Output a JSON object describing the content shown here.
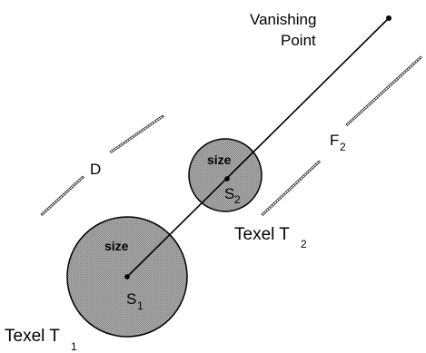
{
  "labels": {
    "vanishing_line1": "Vanishing",
    "vanishing_line2": "Point",
    "d": "D",
    "f": "F",
    "f_sub": "2",
    "size_small": "size",
    "size_large": "size",
    "s2": "S",
    "s2_sub": "2",
    "s1": "S",
    "s1_sub": "1",
    "texel2": "Texel T",
    "texel2_sub": "2",
    "texel1": "Texel T",
    "texel1_sub": "1"
  },
  "colors": {
    "ink": "#000000",
    "circle_fill": "#9a9a9a",
    "background": "#ffffff"
  }
}
